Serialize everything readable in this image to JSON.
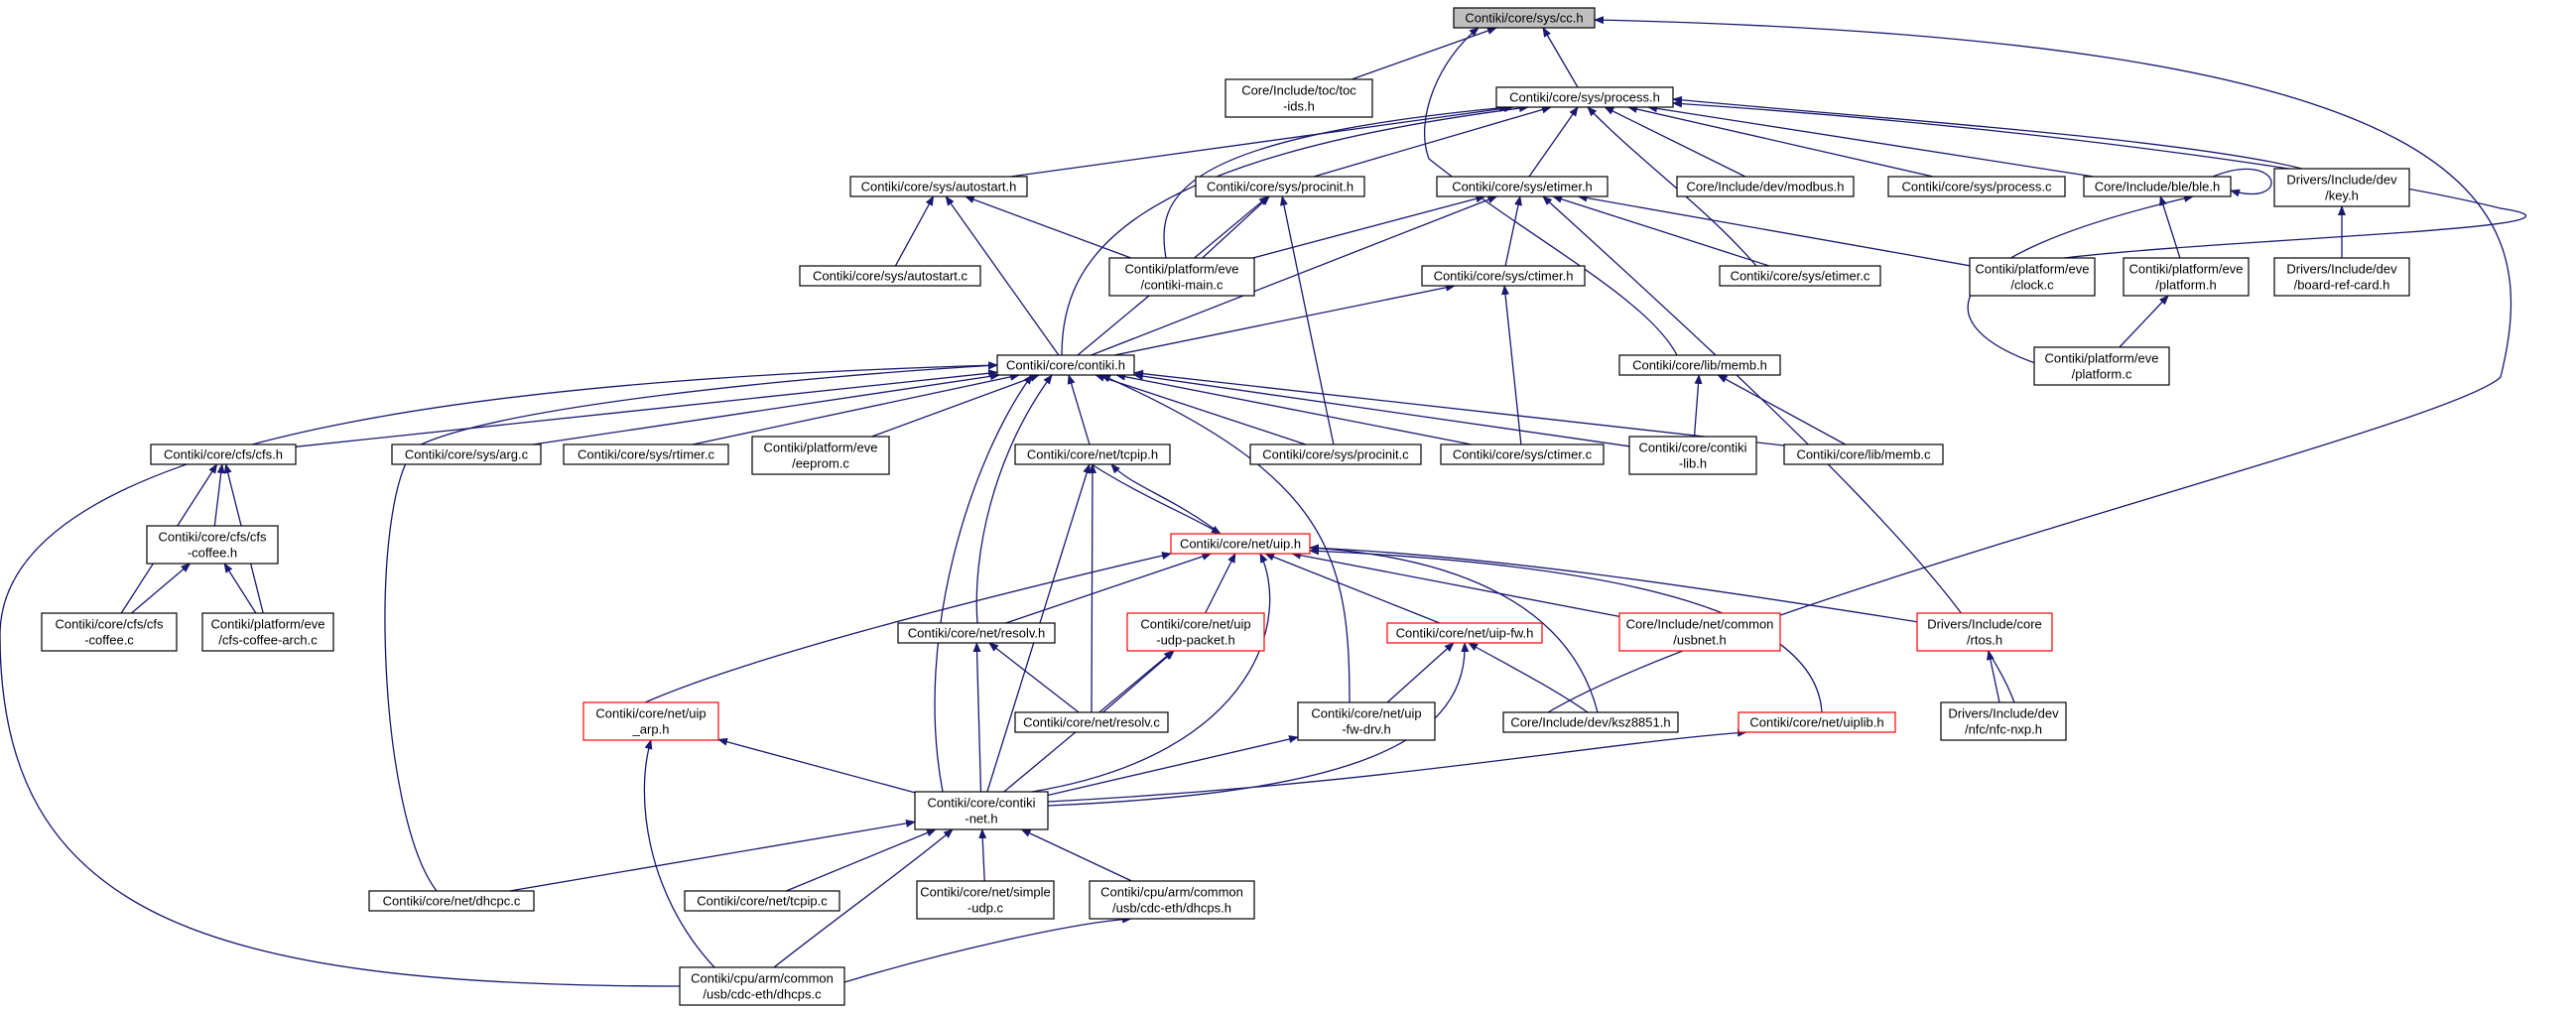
{
  "nodes": [
    {
      "id": "cc",
      "lines": [
        "Contiki/core/sys/cc.h"
      ],
      "style": "current"
    },
    {
      "id": "toc",
      "lines": [
        "Core/Include/toc/toc",
        "-ids.h"
      ],
      "style": "normal"
    },
    {
      "id": "process",
      "lines": [
        "Contiki/core/sys/process.h"
      ],
      "style": "normal"
    },
    {
      "id": "autostart_h",
      "lines": [
        "Contiki/core/sys/autostart.h"
      ],
      "style": "normal"
    },
    {
      "id": "procinit_h",
      "lines": [
        "Contiki/core/sys/procinit.h"
      ],
      "style": "normal"
    },
    {
      "id": "etimer_h",
      "lines": [
        "Contiki/core/sys/etimer.h"
      ],
      "style": "normal"
    },
    {
      "id": "modbus",
      "lines": [
        "Core/Include/dev/modbus.h"
      ],
      "style": "normal"
    },
    {
      "id": "process_c",
      "lines": [
        "Contiki/core/sys/process.c"
      ],
      "style": "normal"
    },
    {
      "id": "ble",
      "lines": [
        "Core/Include/ble/ble.h"
      ],
      "style": "normal"
    },
    {
      "id": "key",
      "lines": [
        "Drivers/Include/dev",
        "/key.h"
      ],
      "style": "normal"
    },
    {
      "id": "autostart_c",
      "lines": [
        "Contiki/core/sys/autostart.c"
      ],
      "style": "normal"
    },
    {
      "id": "contiki_main",
      "lines": [
        "Contiki/platform/eve",
        "/contiki-main.c"
      ],
      "style": "normal"
    },
    {
      "id": "etimer_c",
      "lines": [
        "Contiki/core/sys/etimer.c"
      ],
      "style": "normal"
    },
    {
      "id": "clock",
      "lines": [
        "Contiki/platform/eve",
        "/clock.c"
      ],
      "style": "normal"
    },
    {
      "id": "platform_h",
      "lines": [
        "Contiki/platform/eve",
        "/platform.h"
      ],
      "style": "normal"
    },
    {
      "id": "board_ref",
      "lines": [
        "Drivers/Include/dev",
        "/board-ref-card.h"
      ],
      "style": "normal"
    },
    {
      "id": "ctimer_h",
      "lines": [
        "Contiki/core/sys/ctimer.h"
      ],
      "style": "normal"
    },
    {
      "id": "platform_c",
      "lines": [
        "Contiki/platform/eve",
        "/platform.c"
      ],
      "style": "normal"
    },
    {
      "id": "memb_h",
      "lines": [
        "Contiki/core/lib/memb.h"
      ],
      "style": "normal"
    },
    {
      "id": "contiki_h",
      "lines": [
        "Contiki/core/contiki.h"
      ],
      "style": "normal"
    },
    {
      "id": "cfs_h",
      "lines": [
        "Contiki/core/cfs/cfs.h"
      ],
      "style": "normal"
    },
    {
      "id": "arg_c",
      "lines": [
        "Contiki/core/sys/arg.c"
      ],
      "style": "normal"
    },
    {
      "id": "rtimer_c",
      "lines": [
        "Contiki/core/sys/rtimer.c"
      ],
      "style": "normal"
    },
    {
      "id": "eeprom",
      "lines": [
        "Contiki/platform/eve",
        "/eeprom.c"
      ],
      "style": "normal"
    },
    {
      "id": "tcpip_h",
      "lines": [
        "Contiki/core/net/tcpip.h"
      ],
      "style": "normal"
    },
    {
      "id": "procinit_c",
      "lines": [
        "Contiki/core/sys/procinit.c"
      ],
      "style": "normal"
    },
    {
      "id": "ctimer_c",
      "lines": [
        "Contiki/core/sys/ctimer.c"
      ],
      "style": "normal"
    },
    {
      "id": "contiki_lib",
      "lines": [
        "Contiki/core/contiki",
        "-lib.h"
      ],
      "style": "normal"
    },
    {
      "id": "memb_c",
      "lines": [
        "Contiki/core/lib/memb.c"
      ],
      "style": "normal"
    },
    {
      "id": "cfs_coffee_h",
      "lines": [
        "Contiki/core/cfs/cfs",
        "-coffee.h"
      ],
      "style": "normal"
    },
    {
      "id": "uip_h",
      "lines": [
        "Contiki/core/net/uip.h"
      ],
      "style": "red"
    },
    {
      "id": "cfs_coffee_c",
      "lines": [
        "Contiki/core/cfs/cfs",
        "-coffee.c"
      ],
      "style": "normal"
    },
    {
      "id": "cfs_coffee_arch",
      "lines": [
        "Contiki/platform/eve",
        "/cfs-coffee-arch.c"
      ],
      "style": "normal"
    },
    {
      "id": "resolv_h",
      "lines": [
        "Contiki/core/net/resolv.h"
      ],
      "style": "normal"
    },
    {
      "id": "udp_packet",
      "lines": [
        "Contiki/core/net/uip",
        "-udp-packet.h"
      ],
      "style": "red"
    },
    {
      "id": "uip_fw_h",
      "lines": [
        "Contiki/core/net/uip-fw.h"
      ],
      "style": "red"
    },
    {
      "id": "usbnet",
      "lines": [
        "Core/Include/net/common",
        "/usbnet.h"
      ],
      "style": "red"
    },
    {
      "id": "rtos",
      "lines": [
        "Drivers/Include/core",
        "/rtos.h"
      ],
      "style": "red"
    },
    {
      "id": "uip_arp",
      "lines": [
        "Contiki/core/net/uip",
        "_arp.h"
      ],
      "style": "red"
    },
    {
      "id": "resolv_c",
      "lines": [
        "Contiki/core/net/resolv.c"
      ],
      "style": "normal"
    },
    {
      "id": "fw_drv",
      "lines": [
        "Contiki/core/net/uip",
        "-fw-drv.h"
      ],
      "style": "normal"
    },
    {
      "id": "ksz",
      "lines": [
        "Core/Include/dev/ksz8851.h"
      ],
      "style": "normal"
    },
    {
      "id": "uiplib",
      "lines": [
        "Contiki/core/net/uiplib.h"
      ],
      "style": "red"
    },
    {
      "id": "nfc",
      "lines": [
        "Drivers/Include/dev",
        "/nfc/nfc-nxp.h"
      ],
      "style": "normal"
    },
    {
      "id": "contiki_net",
      "lines": [
        "Contiki/core/contiki",
        "-net.h"
      ],
      "style": "normal"
    },
    {
      "id": "dhcpc",
      "lines": [
        "Contiki/core/net/dhcpc.c"
      ],
      "style": "normal"
    },
    {
      "id": "tcpip_c",
      "lines": [
        "Contiki/core/net/tcpip.c"
      ],
      "style": "normal"
    },
    {
      "id": "simple_udp",
      "lines": [
        "Contiki/core/net/simple",
        "-udp.c"
      ],
      "style": "normal"
    },
    {
      "id": "dhcps_h",
      "lines": [
        "Contiki/cpu/arm/common",
        "/usb/cdc-eth/dhcps.h"
      ],
      "style": "normal"
    },
    {
      "id": "dhcps_c",
      "lines": [
        "Contiki/cpu/arm/common",
        "/usb/cdc-eth/dhcps.c"
      ],
      "style": "normal"
    }
  ],
  "edges": [
    {
      "from": "toc",
      "to": "cc"
    },
    {
      "from": "process",
      "to": "cc"
    },
    {
      "from": "memb_h",
      "to": "cc"
    },
    {
      "from": "ksz",
      "to": "cc"
    },
    {
      "from": "autostart_h",
      "to": "process"
    },
    {
      "from": "procinit_h",
      "to": "process"
    },
    {
      "from": "etimer_h",
      "to": "process"
    },
    {
      "from": "modbus",
      "to": "process"
    },
    {
      "from": "process_c",
      "to": "process"
    },
    {
      "from": "ble",
      "to": "process"
    },
    {
      "from": "key",
      "to": "process"
    },
    {
      "from": "contiki_main",
      "to": "process"
    },
    {
      "from": "contiki_h",
      "to": "process"
    },
    {
      "from": "etimer_c",
      "to": "process"
    },
    {
      "from": "clock",
      "to": "process"
    },
    {
      "from": "autostart_c",
      "to": "autostart_h"
    },
    {
      "from": "contiki_main",
      "to": "autostart_h"
    },
    {
      "from": "contiki_h",
      "to": "autostart_h"
    },
    {
      "from": "contiki_main",
      "to": "procinit_h"
    },
    {
      "from": "procinit_c",
      "to": "procinit_h"
    },
    {
      "from": "contiki_h",
      "to": "procinit_h"
    },
    {
      "from": "contiki_main",
      "to": "etimer_h"
    },
    {
      "from": "ctimer_h",
      "to": "etimer_h"
    },
    {
      "from": "contiki_h",
      "to": "etimer_h"
    },
    {
      "from": "etimer_c",
      "to": "etimer_h"
    },
    {
      "from": "clock",
      "to": "etimer_h"
    },
    {
      "from": "nfc",
      "to": "etimer_h"
    },
    {
      "from": "ble",
      "to": "ble"
    },
    {
      "from": "platform_h",
      "to": "ble"
    },
    {
      "from": "platform_c",
      "to": "ble"
    },
    {
      "from": "board_ref",
      "to": "key"
    },
    {
      "from": "platform_c",
      "to": "platform_h"
    },
    {
      "from": "contiki_h",
      "to": "ctimer_h"
    },
    {
      "from": "ctimer_c",
      "to": "ctimer_h"
    },
    {
      "from": "contiki_lib",
      "to": "memb_h"
    },
    {
      "from": "memb_c",
      "to": "memb_h"
    },
    {
      "from": "cfs_h",
      "to": "contiki_h"
    },
    {
      "from": "arg_c",
      "to": "contiki_h"
    },
    {
      "from": "rtimer_c",
      "to": "contiki_h"
    },
    {
      "from": "eeprom",
      "to": "contiki_h"
    },
    {
      "from": "tcpip_h",
      "to": "contiki_h"
    },
    {
      "from": "procinit_c",
      "to": "contiki_h"
    },
    {
      "from": "ctimer_c",
      "to": "contiki_h"
    },
    {
      "from": "contiki_lib",
      "to": "contiki_h"
    },
    {
      "from": "memb_c",
      "to": "contiki_h"
    },
    {
      "from": "resolv_h",
      "to": "contiki_h"
    },
    {
      "from": "fw_drv",
      "to": "contiki_h"
    },
    {
      "from": "contiki_net",
      "to": "contiki_h"
    },
    {
      "from": "dhcpc",
      "to": "contiki_h"
    },
    {
      "from": "dhcps_c",
      "to": "contiki_h"
    },
    {
      "from": "cfs_coffee_h",
      "to": "cfs_h"
    },
    {
      "from": "cfs_coffee_c",
      "to": "cfs_h"
    },
    {
      "from": "cfs_coffee_arch",
      "to": "cfs_h"
    },
    {
      "from": "cfs_coffee_c",
      "to": "cfs_coffee_h"
    },
    {
      "from": "cfs_coffee_arch",
      "to": "cfs_coffee_h"
    },
    {
      "from": "uip_h",
      "to": "tcpip_h"
    },
    {
      "from": "resolv_c",
      "to": "tcpip_h"
    },
    {
      "from": "contiki_net",
      "to": "tcpip_h"
    },
    {
      "from": "tcpip_h",
      "to": "uip_h"
    },
    {
      "from": "resolv_h",
      "to": "uip_h"
    },
    {
      "from": "udp_packet",
      "to": "uip_h"
    },
    {
      "from": "uip_fw_h",
      "to": "uip_h"
    },
    {
      "from": "usbnet",
      "to": "uip_h"
    },
    {
      "from": "rtos",
      "to": "uip_h"
    },
    {
      "from": "uip_arp",
      "to": "uip_h"
    },
    {
      "from": "ksz",
      "to": "uip_h"
    },
    {
      "from": "uiplib",
      "to": "uip_h"
    },
    {
      "from": "contiki_net",
      "to": "uip_h"
    },
    {
      "from": "resolv_c",
      "to": "resolv_h"
    },
    {
      "from": "contiki_net",
      "to": "resolv_h"
    },
    {
      "from": "resolv_c",
      "to": "udp_packet"
    },
    {
      "from": "contiki_net",
      "to": "udp_packet"
    },
    {
      "from": "fw_drv",
      "to": "uip_fw_h"
    },
    {
      "from": "ksz",
      "to": "uip_fw_h"
    },
    {
      "from": "contiki_net",
      "to": "uip_fw_h"
    },
    {
      "from": "nfc",
      "to": "rtos"
    },
    {
      "from": "contiki_net",
      "to": "uip_arp"
    },
    {
      "from": "dhcps_c",
      "to": "uip_arp"
    },
    {
      "from": "contiki_net",
      "to": "fw_drv"
    },
    {
      "from": "contiki_net",
      "to": "uiplib"
    },
    {
      "from": "dhcpc",
      "to": "contiki_net"
    },
    {
      "from": "tcpip_c",
      "to": "contiki_net"
    },
    {
      "from": "simple_udp",
      "to": "contiki_net"
    },
    {
      "from": "dhcps_h",
      "to": "contiki_net"
    },
    {
      "from": "dhcps_c",
      "to": "contiki_net"
    },
    {
      "from": "dhcps_c",
      "to": "dhcps_h"
    }
  ]
}
